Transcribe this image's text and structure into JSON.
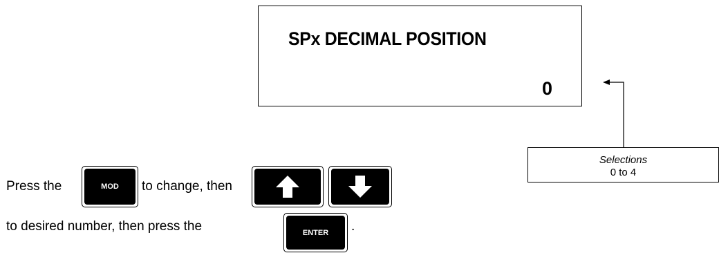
{
  "display": {
    "title": "SPx DECIMAL POSITION",
    "value": "0"
  },
  "selections": {
    "title": "Selections",
    "range": "0 to 4"
  },
  "instructions": {
    "line1_part1": "Press the",
    "line1_part2": "to change, then",
    "line2_part1": "to desired number, then press the",
    "line2_part2": "."
  },
  "keys": {
    "mod": "MOD",
    "up": "up-arrow-icon",
    "down": "down-arrow-icon",
    "enter": "ENTER"
  }
}
